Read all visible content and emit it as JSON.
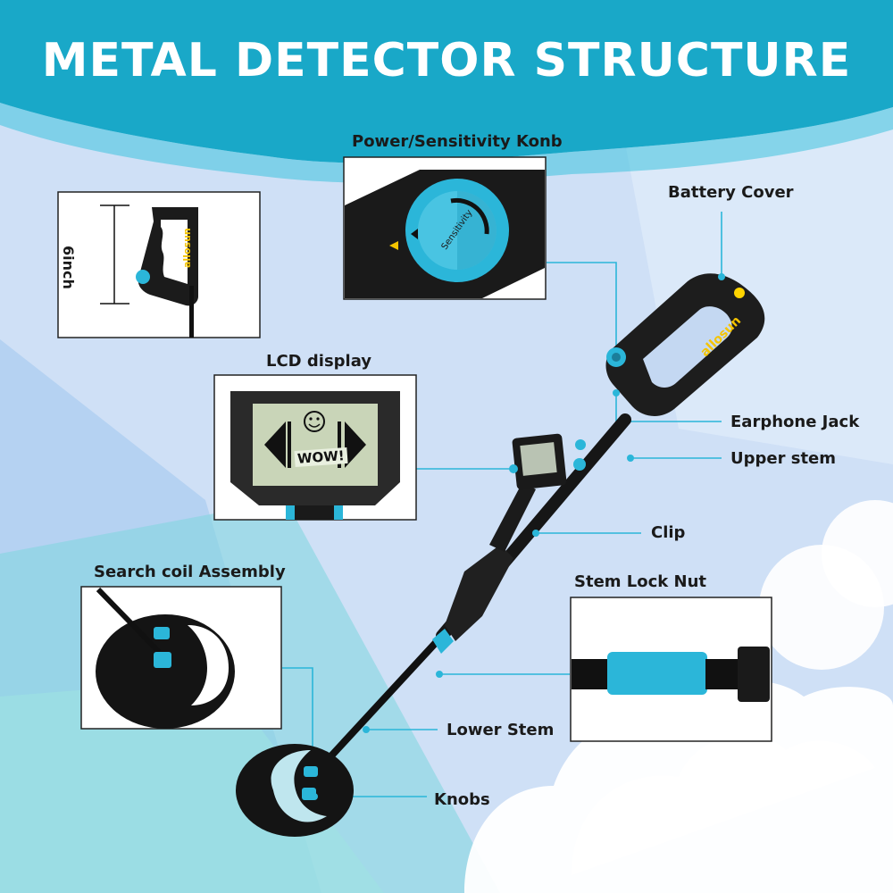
{
  "title": "METAL DETECTOR STRUCTURE",
  "colors": {
    "header": "#19a8c8",
    "accent": "#2bb6d9",
    "battery_dot": "#ffd400",
    "lcd_screen": "#c9d5b8"
  },
  "labels": {
    "power_knob": "Power/Sensitivity Konb",
    "battery_cover": "Battery Cover",
    "lcd_display": "LCD display",
    "earphone_jack": "Earphone Jack",
    "upper_stem": "Upper stem",
    "clip": "Clip",
    "search_coil": "Search coil Assembly",
    "stem_lock_nut": "Stem Lock Nut",
    "lower_stem": "Lower Stem",
    "knobs": "Knobs"
  },
  "handle_inset": {
    "dimension": "6inch"
  },
  "knob_inset": {
    "dial_text": "Sensitivity"
  },
  "brand": "allosun",
  "lcd_inset": {
    "screen_text": "WOW!"
  },
  "icons": [
    "smiley-face-icon",
    "triangle-pointer-icon"
  ]
}
